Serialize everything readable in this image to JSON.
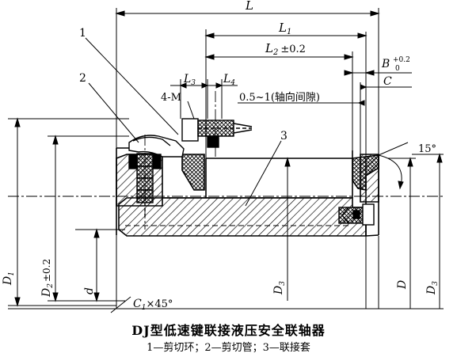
{
  "caption": {
    "title": "DJ型低速键联接液压安全联轴器",
    "legend": "1—剪切环；2—剪切管；3—联接套"
  },
  "dimensions": {
    "L": "L",
    "L1": "L",
    "L1_sub": "1",
    "L2": "L",
    "L2_sub": "2",
    "L2_tol": "±0.2",
    "L3": "L",
    "L3_sub": "3",
    "L4": "L",
    "L4_sub": "4",
    "B": "B",
    "B_tol_upper": "+0.2",
    "B_tol_lower": "0",
    "C": "C",
    "gap": "0.5~1(轴向间隙)",
    "M": "4-M",
    "angle": "15°",
    "D1": "D",
    "D1_sub": "1",
    "D2": "D",
    "D2_sub": "2",
    "D2_tol": "±0.2",
    "d": "d",
    "D3_inner": "D",
    "D3_inner_sub": "3",
    "D": "D",
    "D3_outer": "D",
    "D3_outer_sub": "3",
    "C1": "C",
    "C1_sub": "1",
    "C1_angle": "×45°"
  },
  "callouts": {
    "part1": "1",
    "part2": "2",
    "part3": "3"
  }
}
